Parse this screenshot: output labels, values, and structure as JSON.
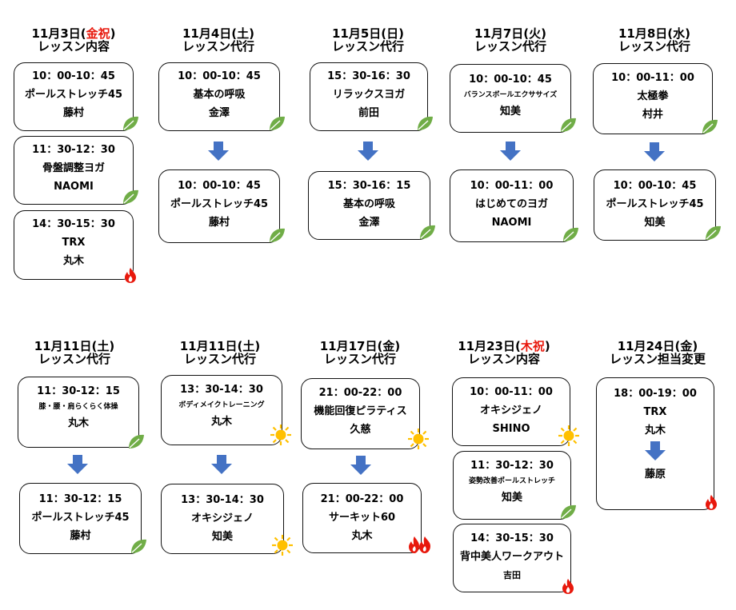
{
  "days": [
    {
      "id": "d1",
      "date": "11月3日(",
      "dow": "金祝",
      "dow_red": true,
      "close": ")",
      "title": "レッスン内容",
      "boxes": [
        {
          "time": "10：00-10：45",
          "lesson": "ポールストレッチ45",
          "instructor": "藤村",
          "icon": "leaf-icon"
        },
        {
          "time": "11：30-12：30",
          "lesson": "骨盤調整ヨガ",
          "instructor": "NAOMI",
          "icon": "leaf-icon"
        },
        {
          "time": "14：30-15：30",
          "lesson": "TRX",
          "instructor": "丸木",
          "icon": "fire-icon"
        }
      ]
    },
    {
      "id": "d2",
      "date": "11月4日(",
      "dow": "土",
      "dow_red": false,
      "close": ")",
      "title": "レッスン代行",
      "boxes": [
        {
          "time": "10：00-10：45",
          "lesson": "基本の呼吸",
          "instructor": "金澤",
          "icon": "leaf-icon"
        },
        {
          "time": "10：00-10：45",
          "lesson": "ポールストレッチ45",
          "instructor": "藤村",
          "icon": "leaf-icon"
        }
      ]
    },
    {
      "id": "d3",
      "date": "11月5日(",
      "dow": "日",
      "dow_red": false,
      "close": ")",
      "title": "レッスン代行",
      "boxes": [
        {
          "time": "15：30-16：30",
          "lesson": "リラックスヨガ",
          "instructor": "前田",
          "icon": "leaf-icon"
        },
        {
          "time": "15：30-16：15",
          "lesson": "基本の呼吸",
          "instructor": "金澤",
          "icon": "leaf-icon"
        }
      ]
    },
    {
      "id": "d4",
      "date": "11月7日(",
      "dow": "火",
      "dow_red": false,
      "close": ")",
      "title": "レッスン代行",
      "boxes": [
        {
          "time": "10：00-10：45",
          "lesson": "バランスボールエクササイズ",
          "instructor": "知美",
          "icon": "leaf-icon",
          "small": true
        },
        {
          "time": "10：00-11：00",
          "lesson": "はじめてのヨガ",
          "instructor": "NAOMI",
          "icon": "leaf-icon"
        }
      ]
    },
    {
      "id": "d5",
      "date": "11月8日(",
      "dow": "水",
      "dow_red": false,
      "close": ")",
      "title": "レッスン代行",
      "boxes": [
        {
          "time": "10：00-11：00",
          "lesson": "太極拳",
          "instructor": "村井",
          "icon": "leaf-icon"
        },
        {
          "time": "10：00-10：45",
          "lesson": "ポールストレッチ45",
          "instructor": "知美",
          "icon": "leaf-icon"
        }
      ]
    },
    {
      "id": "d6",
      "date": "11月11日(",
      "dow": "土",
      "dow_red": false,
      "close": ")",
      "title": "レッスン代行",
      "boxes": [
        {
          "time": "11：30-12：15",
          "lesson": "膝・腰・肩らくらく体操",
          "instructor": "丸木",
          "icon": "leaf-icon",
          "small": true
        },
        {
          "time": "11：30-12：15",
          "lesson": "ポールストレッチ45",
          "instructor": "藤村",
          "icon": "leaf-icon"
        }
      ]
    },
    {
      "id": "d7",
      "date": "11月11日(",
      "dow": "土",
      "dow_red": false,
      "close": ")",
      "title": "レッスン代行",
      "boxes": [
        {
          "time": "13：30-14：30",
          "lesson": "ボディメイクトレーニング",
          "instructor": "丸木",
          "icon": "sun-icon",
          "small": true
        },
        {
          "time": "13：30-14：30",
          "lesson": "オキシジェノ",
          "instructor": "知美",
          "icon": "sun-icon"
        }
      ]
    },
    {
      "id": "d8",
      "date": "11月17日(",
      "dow": "金",
      "dow_red": false,
      "close": ")",
      "title": "レッスン代行",
      "boxes": [
        {
          "time": "21：00-22：00",
          "lesson": "機能回復ピラティス",
          "instructor": "久慈",
          "icon": "sun-icon"
        },
        {
          "time": "21：00-22：00",
          "lesson": "サーキット60",
          "instructor": "丸木",
          "icon": "fire-icon"
        }
      ]
    },
    {
      "id": "d9",
      "date": "11月23日(",
      "dow": "木祝",
      "dow_red": true,
      "close": ")",
      "title": "レッスン内容",
      "boxes": [
        {
          "time": "10：00-11：00",
          "lesson": "オキシジェノ",
          "instructor": "SHINO",
          "icon": "sun-icon"
        },
        {
          "time": "11：30-12：30",
          "lesson": "姿勢改善ポールストレッチ",
          "instructor": "知美",
          "icon": "leaf-icon",
          "small": true
        },
        {
          "time": "14：30-15：30",
          "lesson": "背中美人ワークアウト",
          "instructor": "吉田",
          "icon": "fire-icon",
          "small_instructor": true
        }
      ]
    },
    {
      "id": "d10",
      "date": "11月24日(",
      "dow": "金",
      "dow_red": false,
      "close": ")",
      "title": "レッスン担当変更",
      "boxes": [
        {
          "time": "18：00-19：00",
          "lesson": "TRX",
          "instructor": "丸木",
          "new_instructor": "藤原",
          "icon": "fire-icon"
        }
      ]
    }
  ],
  "colors": {
    "arrow": "#4472c4",
    "leaf": "#70ad47",
    "sun": "#ffc000",
    "fire": "#e8180c"
  }
}
